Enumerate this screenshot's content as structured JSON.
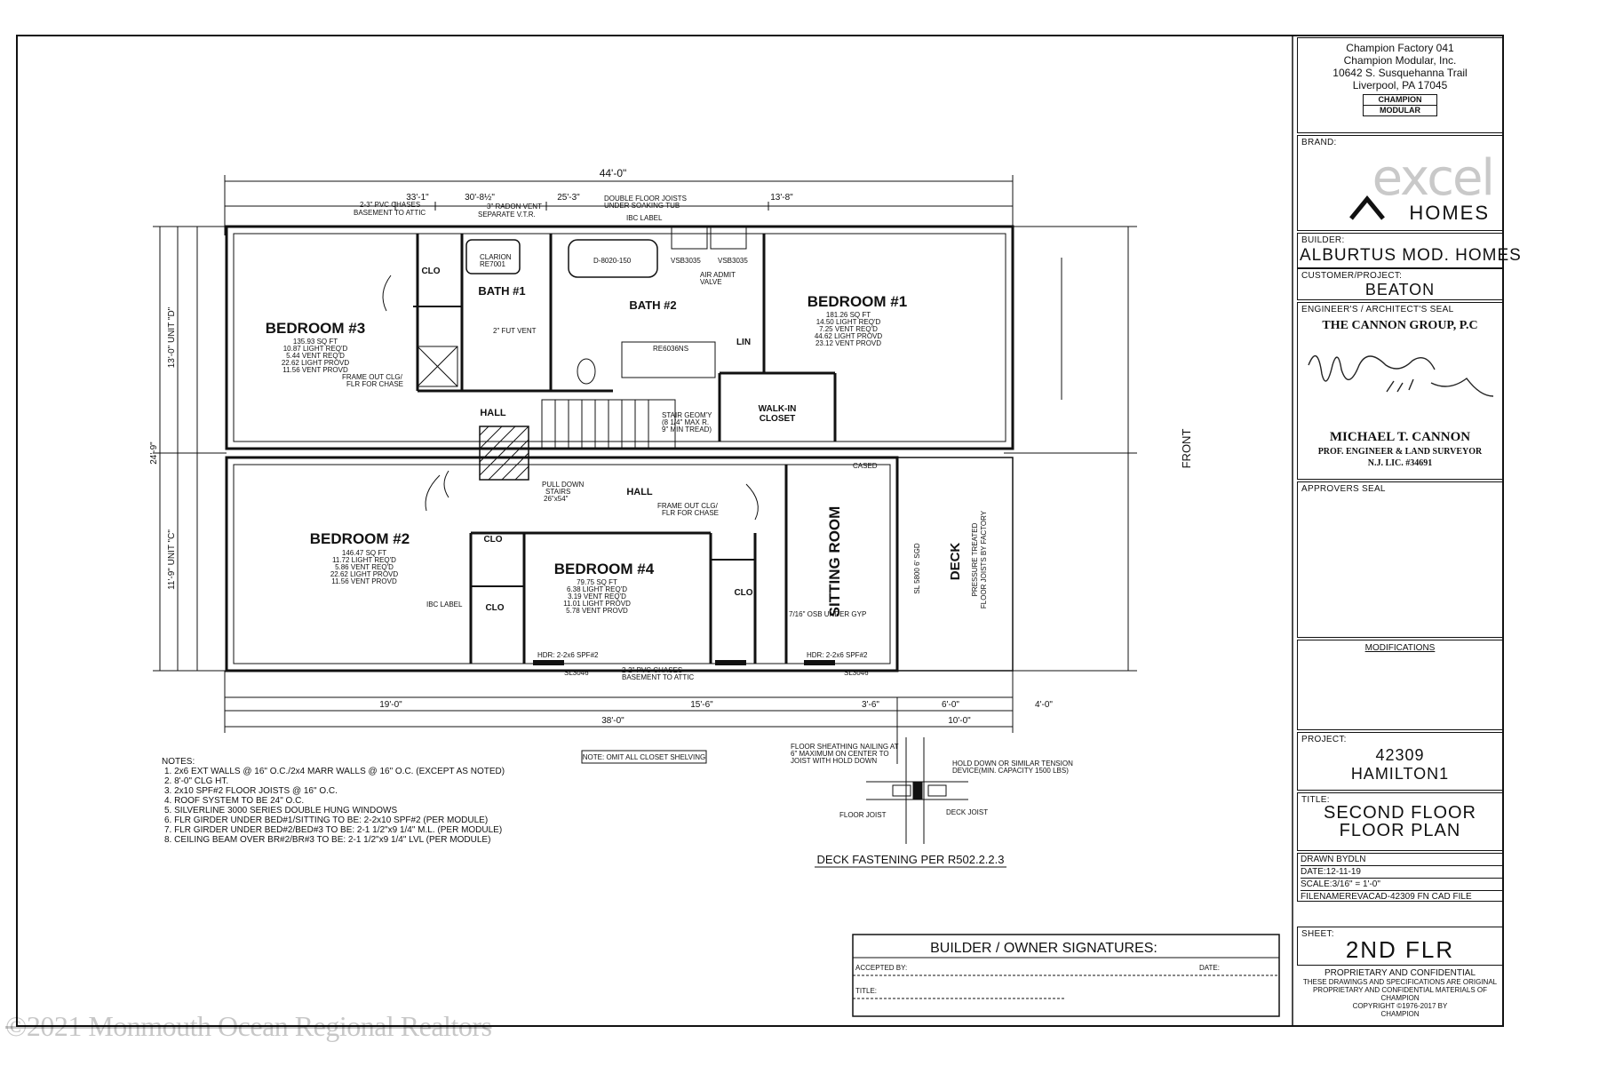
{
  "title_block": {
    "factory": [
      "Champion Factory 041",
      "Champion Modular, Inc.",
      "10642 S. Susquehanna Trail",
      "Liverpool, PA  17045"
    ],
    "champion_logo": [
      "CHAMPION",
      "MODULAR"
    ],
    "brand_label": "BRAND:",
    "brand_logo": [
      "excel",
      "HOMES"
    ],
    "builder_label": "BUILDER:",
    "builder": "ALBURTUS MOD. HOMES",
    "customer_label": "CUSTOMER/PROJECT:",
    "customer": "BEATON",
    "seal_label": "ENGINEER'S / ARCHITECT'S SEAL",
    "seal_firm": "THE CANNON GROUP, P.C",
    "engineer_name": "MICHAEL T. CANNON",
    "engineer_title": "PROF. ENGINEER & LAND SURVEYOR",
    "engineer_license": "N.J. LIC. #34691",
    "approvers_label": "APPROVERS SEAL",
    "modifications_label": "MODIFICATIONS",
    "project_label": "PROJECT:",
    "project": [
      "42309",
      "HAMILTON1"
    ],
    "title_label": "TITLE:",
    "title": [
      "SECOND FLOOR",
      "FLOOR PLAN"
    ],
    "drawn_by": "DRAWN BYDLN",
    "date": "DATE:12-11-19",
    "scale": "SCALE:3/16\" = 1'-0\"",
    "filename": "FILENAMEREVACAD-42309 FN CAD FILE",
    "sheet_label": "SHEET:",
    "sheet": "2ND FLR",
    "proprietary": [
      "PROPRIETARY AND CONFIDENTIAL",
      "THESE DRAWINGS AND SPECIFICATIONS ARE ORIGINAL",
      "PROPRIETARY AND CONFIDENTIAL MATERIALS OF CHAMPION",
      "COPYRIGHT ©1976-2017 BY",
      "CHAMPION"
    ]
  },
  "plan": {
    "overall_dim": "44'-0\"",
    "rooms": {
      "bedroom3": {
        "name": "BEDROOM #3",
        "stats": [
          "135.93 SQ FT",
          "10.87 LIGHT REQ'D",
          "5.44 VENT REQ'D",
          "22.62 LIGHT PROVD",
          "11.56 VENT PROVD"
        ]
      },
      "bedroom1": {
        "name": "BEDROOM #1",
        "stats": [
          "181.26 SQ FT",
          "14.50 LIGHT REQ'D",
          "7.25 VENT REQ'D",
          "44.62 LIGHT PROVD",
          "23.12 VENT PROVD"
        ]
      },
      "bedroom2": {
        "name": "BEDROOM #2",
        "stats": [
          "146.47 SQ FT",
          "11.72 LIGHT REQ'D",
          "5.86 VENT REQ'D",
          "22.62 LIGHT PROVD",
          "11.56 VENT PROVD"
        ]
      },
      "bedroom4": {
        "name": "BEDROOM #4",
        "stats": [
          "79.75 SQ FT",
          "6.38 LIGHT REQ'D",
          "3.19 VENT REQ'D",
          "11.01 LIGHT PROVD",
          "5.78 VENT PROVD"
        ]
      },
      "bath1": "BATH #1",
      "bath2": "BATH #2",
      "sitting": "SITTING ROOM",
      "deck": "DECK",
      "walkin": [
        "WALK-IN",
        "CLOSET"
      ],
      "hall": "HALL",
      "clo": "CLO",
      "lin": "LIN"
    },
    "front_label": "FRONT",
    "labels": {
      "pvc_top": [
        "2-3\" PVC CHASES",
        "BASEMENT TO ATTIC"
      ],
      "radon": [
        "3\" RADON VENT",
        "SEPARATE V.T.R."
      ],
      "double_joists": [
        "DOUBLE FLOOR JOISTS",
        "UNDER SOAKING TUB"
      ],
      "ibc_label": "IBC LABEL",
      "clarion": [
        "CLARION",
        "RE7001"
      ],
      "tub": "D-8020-150",
      "vsb1": "VSB3035",
      "vsb2": "VSB3035",
      "air_admit": [
        "AIR ADMIT",
        "VALVE"
      ],
      "fut_vent": "2\" FUT VENT",
      "shower": "RE6036NS",
      "frame_out_top": [
        "FRAME OUT CLG/",
        "FLR FOR CHASE"
      ],
      "stair": [
        "STAIR GEOM'Y",
        "(8 1/4\" MAX R.",
        "9\" MIN TREAD)"
      ],
      "pull_down": [
        "PULL DOWN",
        "STAIRS",
        "26\"x54\""
      ],
      "frame_out_mid": [
        "FRAME OUT CLG/",
        "FLR FOR CHASE"
      ],
      "cased": "CASED",
      "osb": "7/16\" OSB UNDER GYP",
      "sgd": "SL 5800 6' SGD",
      "pressure": [
        "PRESSURE TREATED",
        "FLOOR JOISTS BY FACTORY"
      ],
      "pvc_bottom": [
        "2-2\" PVC CHASES",
        "BASEMENT TO ATTIC"
      ],
      "hdr1": "HDR: 2-2x6 SPF#2",
      "hdr2": "HDR: 2-2x6 SPF#2",
      "sl3046a": "SL3046",
      "sl3046b": "SL3046",
      "unit_d": "13'-0\" UNIT \"D\"",
      "unit_c": "11'-9\" UNIT \"C\"",
      "dim_38": "38'-0\"",
      "dim_10": "10'-0\"",
      "dim_19": "19'-0\"",
      "dim_15": "15'-6\"",
      "dim_3": "3'-6\"",
      "dim_6": "6'-0\"",
      "dim_4": "4'-0\"",
      "dim_24": "24'-9\""
    },
    "note_box": "NOTE: OMIT ALL CLOSET SHELVING"
  },
  "notes": {
    "heading": "NOTES:",
    "items": [
      "1.  2x6 EXT WALLS @ 16\" O.C./2x4 MARR WALLS @ 16\" O.C. (EXCEPT AS NOTED)",
      "2.  8'-0\" CLG HT.",
      "3.  2x10 SPF#2 FLOOR JOISTS @ 16\" O.C.",
      "4.  ROOF SYSTEM TO BE 24\" O.C.",
      "5.  SILVERLINE 3000 SERIES DOUBLE HUNG WINDOWS",
      "6.  FLR GIRDER UNDER BED#1/SITTING TO BE: 2-2x10 SPF#2 (PER MODULE)",
      "7.  FLR GIRDER UNDER BED#2/BED#3 TO BE: 2-1 1/2\"x9 1/4\" M.L. (PER MODULE)",
      "8.  CEILING BEAM OVER BR#2/BR#3 TO BE: 2-1 1/2\"x9 1/4\" LVL (PER MODULE)"
    ]
  },
  "deck_detail": {
    "caption": "DECK FASTENING PER R502.2.2.3",
    "nailing": [
      "FLOOR SHEATHING NAILING AT",
      "6\" MAXIMUM ON CENTER TO",
      "JOIST WITH HOLD DOWN"
    ],
    "hold_down": [
      "HOLD DOWN OR SIMILAR TENSION",
      "DEVICE(MIN. CAPACITY 1500 LBS)"
    ],
    "floor_joist": "FLOOR JOIST",
    "deck_joist": "DECK JOIST"
  },
  "signatures": {
    "heading": "BUILDER / OWNER  SIGNATURES:",
    "accepted": "ACCEPTED BY:",
    "date": "DATE:",
    "title": "TITLE:"
  },
  "watermark": "©2021 Monmouth Ocean Regional Realtors"
}
